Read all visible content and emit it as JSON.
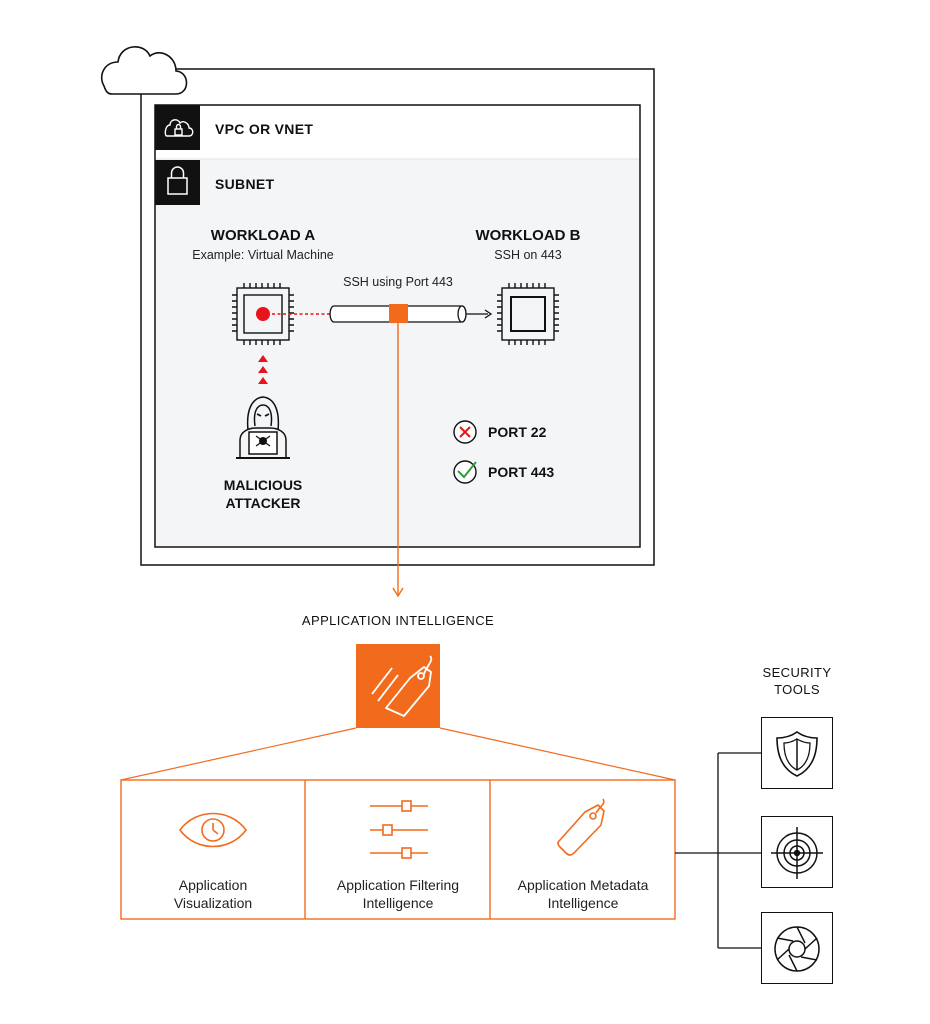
{
  "vpc": {
    "label": "VPC OR VNET",
    "icon": "cloud-lock-icon"
  },
  "subnet": {
    "label": "SUBNET",
    "icon": "lock-icon"
  },
  "workload_a": {
    "title": "WORKLOAD A",
    "subtitle": "Example: Virtual Machine"
  },
  "workload_b": {
    "title": "WORKLOAD B",
    "subtitle": "SSH on 443"
  },
  "tunnel_label": "SSH using Port 443",
  "attacker": {
    "line1": "MALICIOUS",
    "line2": "ATTACKER"
  },
  "ports": [
    {
      "label": "PORT 22",
      "status": "blocked",
      "icon": "x-circle-icon"
    },
    {
      "label": "PORT 443",
      "status": "allowed",
      "icon": "check-circle-icon"
    }
  ],
  "app_intel": {
    "title": "APPLICATION INTELLIGENCE",
    "icon": "tags-icon"
  },
  "cards": [
    {
      "line1": "Application",
      "line2": "Visualization",
      "icon": "eye-icon"
    },
    {
      "line1": "Application Filtering",
      "line2": "Intelligence",
      "icon": "sliders-icon"
    },
    {
      "line1": "Application Metadata",
      "line2": "Intelligence",
      "icon": "tag-icon"
    }
  ],
  "security_tools": {
    "line1": "SECURITY",
    "line2": "TOOLS",
    "tools": [
      {
        "icon": "shield-icon"
      },
      {
        "icon": "target-icon"
      },
      {
        "icon": "aperture-icon"
      }
    ]
  },
  "colors": {
    "accent": "#F26B1D",
    "alert": "#E8131B",
    "ok": "#2E9E3A",
    "dark": "#111111",
    "panel": "#F4F5F7"
  }
}
